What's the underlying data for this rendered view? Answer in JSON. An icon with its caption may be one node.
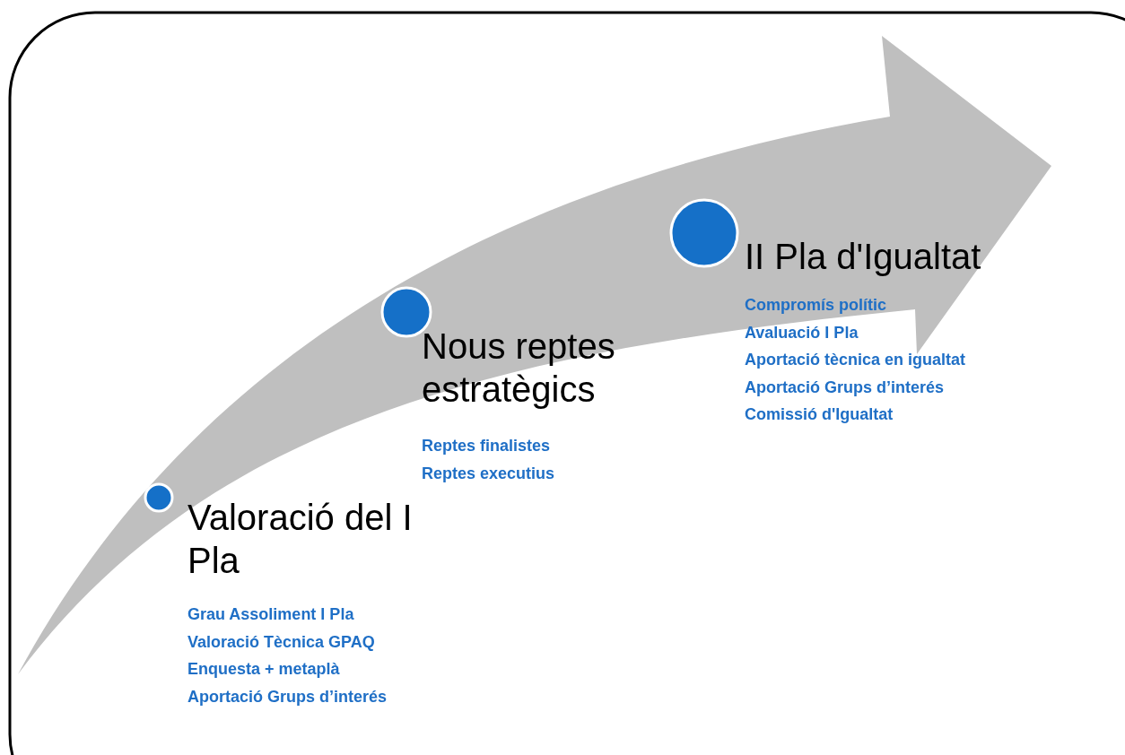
{
  "diagram": {
    "nodes": [
      {
        "text": [
          "Valoració del I Pla"
        ],
        "beside": [
          "Grau Assoliment I Pla",
          "Valoració Tècnica GPAQ",
          "Enquesta + metaplà",
          "Aportació Grups d’interés"
        ]
      },
      {
        "text": [
          "Nous reptes estratègics"
        ],
        "beside": [
          "Reptes finalistes",
          "Reptes executius"
        ]
      },
      {
        "text": [
          "II Pla d'Igualtat"
        ],
        "beside": [
          "Compromís polític",
          "Avaluació  I Pla",
          "Aportació tècnica en igualtat",
          "Aportació Grups d’interés",
          "Comissió d'Igualtat"
        ]
      }
    ]
  }
}
